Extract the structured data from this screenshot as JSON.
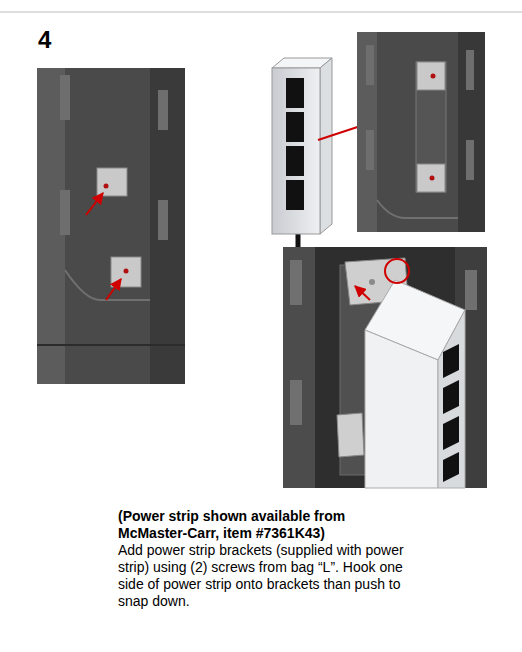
{
  "diagram": {
    "title": "4",
    "labels": [
      "(Power strip shown available from McMaster-Carr, item #7361K43)",
      "Add power strip brackets (supplied with power strip) using (2) screws from bag “L”. Hook one side of power strip onto brackets than push to snap down."
    ]
  }
}
